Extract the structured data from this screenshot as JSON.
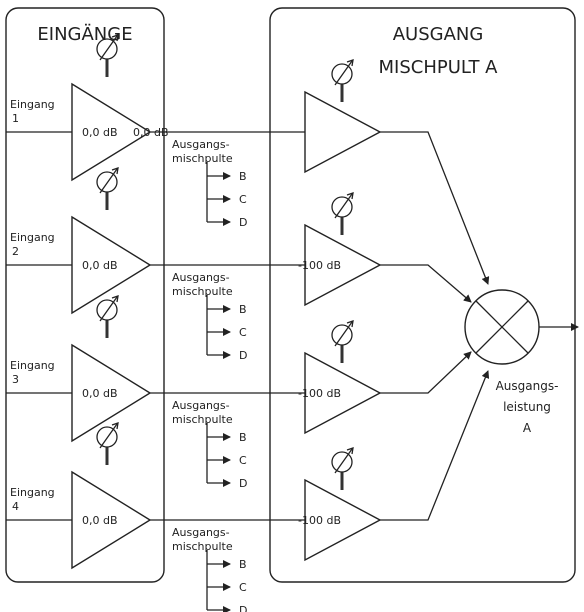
{
  "inputs_panel": {
    "title": "EINGÄNGE"
  },
  "output_panel": {
    "title_line1": "AUSGANG",
    "title_line2": "MISCHPULT A"
  },
  "channels": [
    {
      "label_line1": "Eingang",
      "label_line2": "1",
      "input_gain": "0,0 dB",
      "mix_gain": "0,0 dB"
    },
    {
      "label_line1": "Eingang",
      "label_line2": "2",
      "input_gain": "0,0 dB",
      "mix_gain": "-100 dB"
    },
    {
      "label_line1": "Eingang",
      "label_line2": "3",
      "input_gain": "0,0 dB",
      "mix_gain": "-100 dB"
    },
    {
      "label_line1": "Eingang",
      "label_line2": "4",
      "input_gain": "0,0 dB",
      "mix_gain": "-100 dB"
    }
  ],
  "sends": {
    "label_line1": "Ausgangs-",
    "label_line2": "mischpulte",
    "buses": [
      "B",
      "C",
      "D"
    ]
  },
  "mixer_output": {
    "label_line1": "Ausgangs-",
    "label_line2": "leistung",
    "label_line3": "A"
  }
}
